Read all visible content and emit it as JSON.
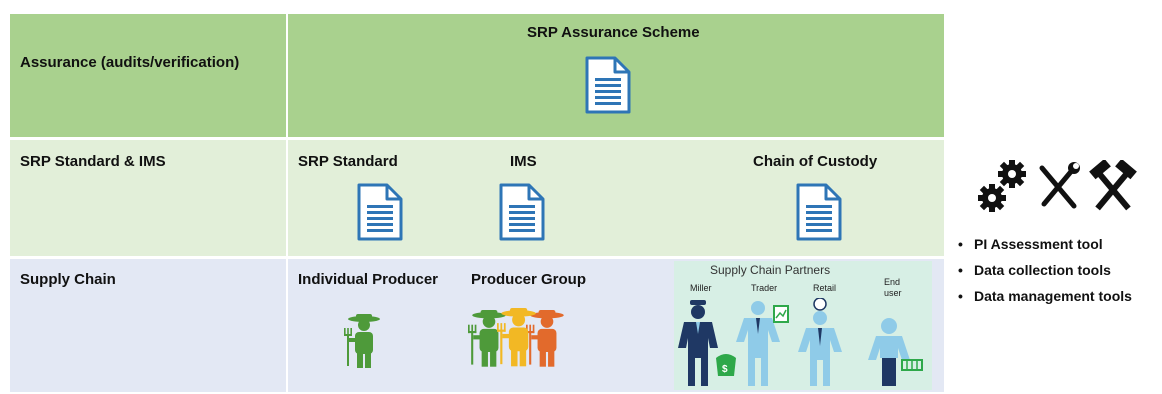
{
  "rows": {
    "assurance": {
      "label": "Assurance  (audits/verification)",
      "scheme": "SRP Assurance Scheme"
    },
    "standard": {
      "label": "SRP Standard & IMS",
      "col1": "SRP Standard",
      "col2": "IMS",
      "col3": "Chain of Custody"
    },
    "supply": {
      "label": "Supply Chain",
      "col1": "Individual Producer",
      "col2": "Producer Group"
    }
  },
  "partners": {
    "title": "Supply Chain Partners",
    "miller": "Miller",
    "trader": "Trader",
    "retail": "Retail",
    "end_user_1": "End",
    "end_user_2": "user"
  },
  "tools": {
    "icons": [
      "gears-icon",
      "wrench-screwdriver-icon",
      "hammer-pick-icon"
    ],
    "items": [
      "PI Assessment tool",
      "Data collection tools",
      "Data management tools"
    ]
  },
  "colors": {
    "row_assurance": "#a9d18e",
    "row_standard": "#e2efd9",
    "row_supply": "#e3e8f4",
    "doc_blue": "#2e75b6",
    "farmer_green": "#4e9a3a",
    "farmer_yellow": "#f2b824",
    "farmer_orange": "#e26a2c",
    "partner_navy": "#1f3864",
    "partner_lightblue": "#8fcbe8",
    "partner_green": "#2ea84a"
  }
}
